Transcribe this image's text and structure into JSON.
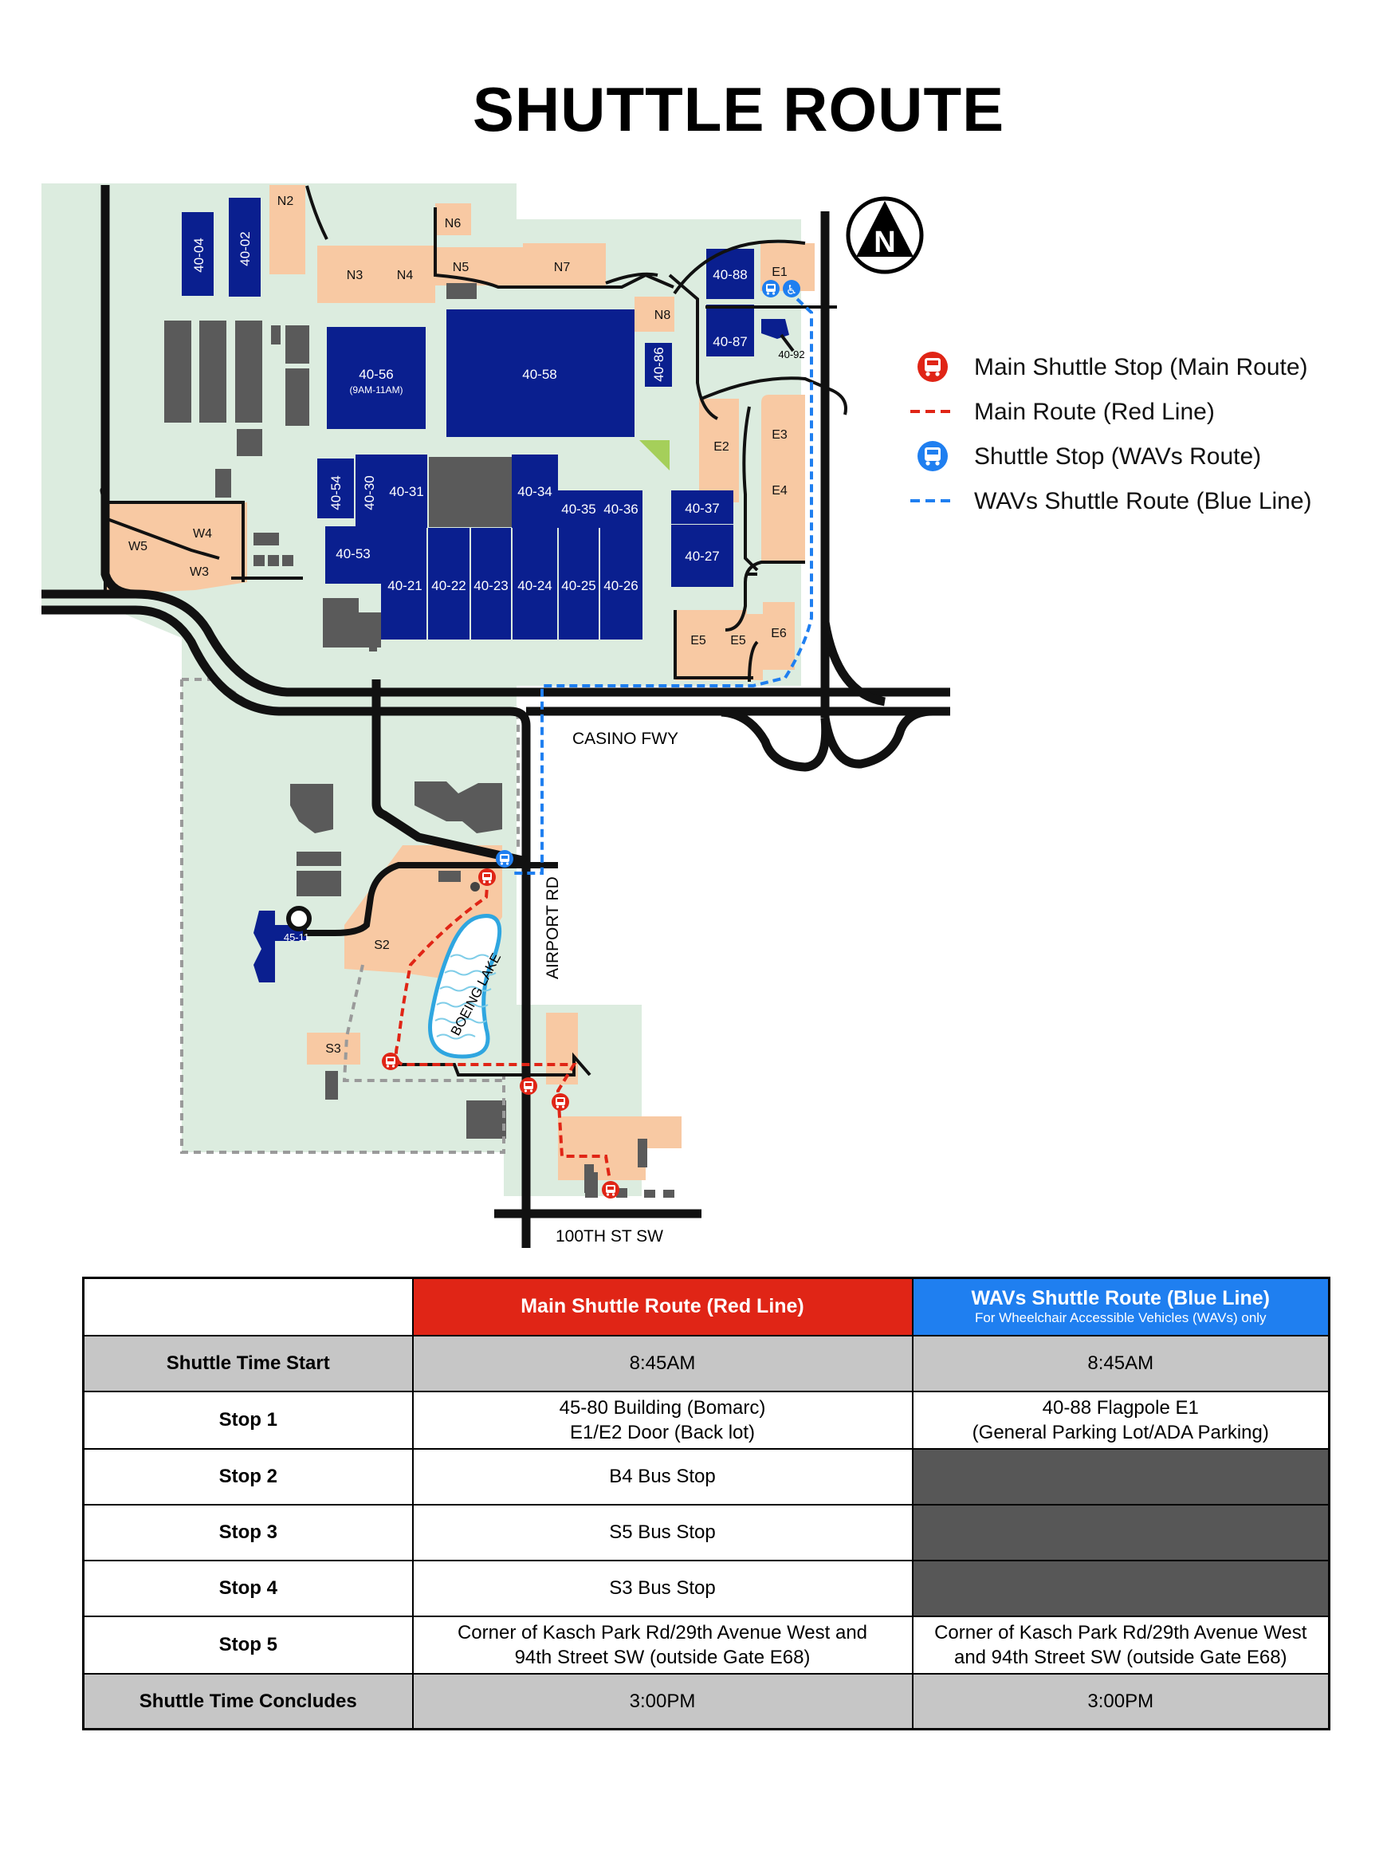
{
  "title": "SHUTTLE ROUTE",
  "colors": {
    "main_route": "#e02516",
    "wavs_route": "#1f7ff0",
    "building": "#0a1f8f",
    "parking": "#f8c9a3",
    "campus": "#dcecdf",
    "gray_building": "#5a5a5a"
  },
  "map": {
    "compass_label": "N",
    "roads": {
      "casino_fwy": "CASINO FWY",
      "airport_rd": "AIRPORT RD",
      "street_100th": "100TH ST SW"
    },
    "lake": "BOEING LAKE",
    "buildings": {
      "b4004": "40-04",
      "b4002": "40-02",
      "b4056": "40-56",
      "b4056_hours": "(9AM-11AM)",
      "b4058": "40-58",
      "b4086": "40-86",
      "b4088": "40-88",
      "b4087": "40-87",
      "b4092": "40-92",
      "b4054": "40-54",
      "b4030": "40-30",
      "b4031": "40-31",
      "b4034": "40-34",
      "b4035": "40-35",
      "b4036": "40-36",
      "b4037": "40-37",
      "b4027": "40-27",
      "b4053": "40-53",
      "b4021": "40-21",
      "b4022": "40-22",
      "b4023": "40-23",
      "b4024": "40-24",
      "b4025": "40-25",
      "b4026": "40-26",
      "b4511": "45-11"
    },
    "lots": {
      "n2": "N2",
      "n3": "N3",
      "n4": "N4",
      "n5": "N5",
      "n6": "N6",
      "n7": "N7",
      "n8": "N8",
      "e1": "E1",
      "e2": "E2",
      "e3": "E3",
      "e4": "E4",
      "e5a": "E5",
      "e5b": "E5",
      "e6": "E6",
      "w3": "W3",
      "w4": "W4",
      "w5": "W5",
      "s2": "S2",
      "s3": "S3"
    }
  },
  "legend": {
    "main_stop": "Main Shuttle Stop (Main Route)",
    "main_route": "Main Route (Red Line)",
    "wavs_stop": "Shuttle Stop (WAVs Route)",
    "wavs_route": "WAVs Shuttle Route (Blue Line)"
  },
  "schedule": {
    "col_main": "Main Shuttle Route (Red Line)",
    "col_wavs": "WAVs Shuttle Route (Blue Line)",
    "col_wavs_sub": "For Wheelchair Accessible Vehicles (WAVs) only",
    "rows": [
      {
        "label": "Shuttle Time Start",
        "main": "8:45AM",
        "main2": "",
        "wavs": "8:45AM",
        "wavs2": ""
      },
      {
        "label": "Stop 1",
        "main": "45-80 Building (Bomarc)",
        "main2": "E1/E2 Door (Back lot)",
        "wavs": "40-88 Flagpole E1",
        "wavs2": "(General Parking Lot/ADA Parking)"
      },
      {
        "label": "Stop 2",
        "main": "B4 Bus Stop",
        "main2": "",
        "wavs": "",
        "wavs2": ""
      },
      {
        "label": "Stop 3",
        "main": "S5 Bus Stop",
        "main2": "",
        "wavs": "",
        "wavs2": ""
      },
      {
        "label": "Stop 4",
        "main": "S3 Bus Stop",
        "main2": "",
        "wavs": "",
        "wavs2": ""
      },
      {
        "label": "Stop 5",
        "main": "Corner of Kasch Park Rd/29th Avenue West and",
        "main2": "94th Street SW (outside Gate E68)",
        "wavs": "Corner of Kasch Park Rd/29th Avenue West",
        "wavs2": "and 94th Street SW (outside Gate E68)"
      },
      {
        "label": "Shuttle Time Concludes",
        "main": "3:00PM",
        "main2": "",
        "wavs": "3:00PM",
        "wavs2": ""
      }
    ]
  }
}
